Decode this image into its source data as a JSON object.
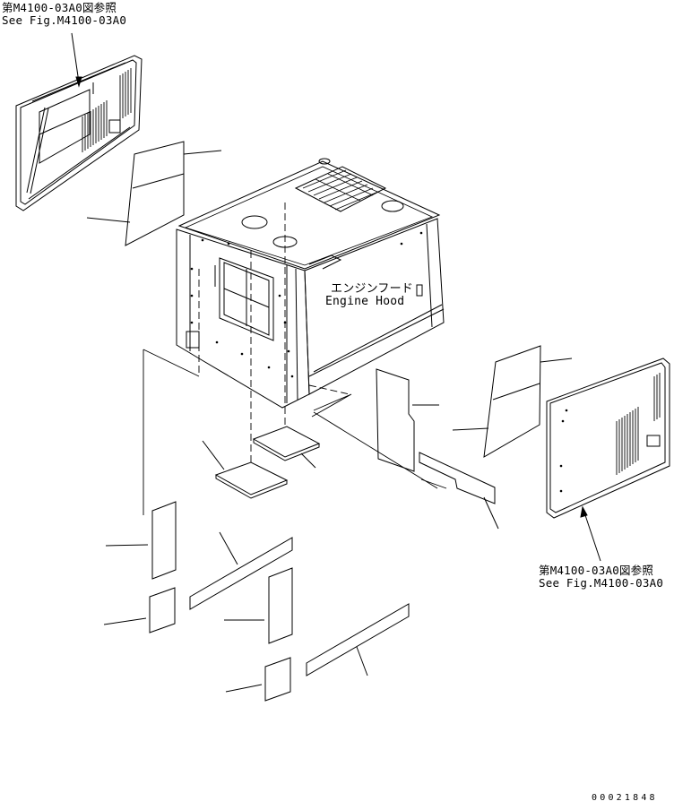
{
  "references": {
    "top_left": {
      "line1": "第M4100-03A0図参照",
      "line2": "See Fig.M4100-03A0"
    },
    "bottom_right": {
      "line1": "第M4100-03A0図参照",
      "line2": "See Fig.M4100-03A0"
    }
  },
  "hood": {
    "label_jp": "エンジンフード",
    "label_en": "Engine Hood"
  },
  "drawing_code": "00021848",
  "parts": [
    "side-cover-left",
    "insulation-upper-left",
    "engine-hood",
    "insulation-upper-right",
    "side-cover-right",
    "insulation-pad-vertical-right",
    "insulation-strip-right",
    "insulation-pad-center",
    "insulation-pad-lower-center",
    "insulation-pad-left-tall",
    "insulation-strip-left",
    "insulation-pad-left-small",
    "insulation-pad-mid",
    "insulation-pad-bottom-small",
    "insulation-strip-bottom"
  ]
}
